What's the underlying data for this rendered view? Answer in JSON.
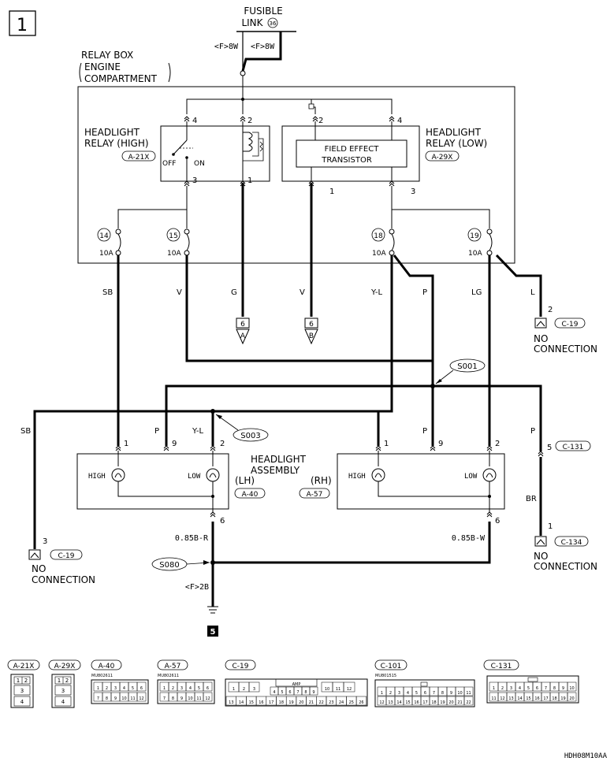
{
  "page_number": "1",
  "fusible_link": {
    "line1": "FUSIBLE",
    "line2": "LINK",
    "number": "36"
  },
  "feed_wires": {
    "left": "<F>8W",
    "right": "<F>8W"
  },
  "relay_box": {
    "line1": "RELAY BOX",
    "line2": "ENGINE",
    "line3": "COMPARTMENT"
  },
  "relay_high": {
    "line1": "HEADLIGHT",
    "line2": "RELAY (HIGH)",
    "connector": "A-21X",
    "off": "OFF",
    "on": "ON",
    "pin4": "4",
    "pin2": "2",
    "pin3": "3",
    "pin1": "1"
  },
  "relay_low": {
    "line1": "HEADLIGHT",
    "line2": "RELAY (LOW)",
    "connector": "A-29X",
    "fet1": "FIELD EFFECT",
    "fet2": "TRANSISTOR",
    "pin2": "2",
    "pin4": "4",
    "pin1": "1",
    "pin3": "3"
  },
  "fuses": [
    {
      "number": "14",
      "rating": "10A"
    },
    {
      "number": "15",
      "rating": "10A"
    },
    {
      "number": "18",
      "rating": "10A"
    },
    {
      "number": "19",
      "rating": "10A"
    }
  ],
  "wire_colors": {
    "sb": "SB",
    "v1": "V",
    "g": "G",
    "v2": "V",
    "yl": "Y-L",
    "p": "P",
    "lg": "LG",
    "l": "L",
    "sb2": "SB",
    "p_lh": "P",
    "yl_lh": "Y-L",
    "p_rh": "P",
    "p_right": "P",
    "br": "BR",
    "lh_gnd": "0.85B-R",
    "rh_gnd": "0.85B-W",
    "gnd_feed": "<F>2B"
  },
  "refs": {
    "a_page": "6",
    "a_letter": "A",
    "b_page": "6",
    "b_letter": "B",
    "ground_page": "5"
  },
  "splices": {
    "s001": "S001",
    "s003": "S003",
    "s080": "S080"
  },
  "no_connection": {
    "line1": "NO",
    "line2": "CONNECTION"
  },
  "nc_right_top": {
    "pin": "2",
    "connector": "C-19"
  },
  "nc_left": {
    "pin": "3",
    "connector": "C-19"
  },
  "nc_right_bottom": {
    "pin": "1",
    "connector": "C-134"
  },
  "c131": {
    "pin": "5",
    "connector": "C-131"
  },
  "headlight": {
    "line1": "HEADLIGHT",
    "line2": "ASSEMBLY",
    "high": "HIGH",
    "low": "LOW",
    "lh_label": "(LH)",
    "lh_connector": "A-40",
    "rh_label": "(RH)",
    "rh_connector": "A-57",
    "lh_pins": {
      "high": "1",
      "p": "9",
      "low": "2",
      "gnd": "6"
    },
    "rh_pins": {
      "high": "1",
      "p": "9",
      "low": "2",
      "gnd": "6"
    }
  },
  "connector_views": [
    {
      "id": "A-21X",
      "pins": [
        "1",
        "2",
        "3",
        "4"
      ]
    },
    {
      "id": "A-29X",
      "pins": [
        "1",
        "2",
        "3",
        "4"
      ]
    },
    {
      "id": "A-40",
      "part": "MU802611",
      "row1": [
        "1",
        "2",
        "3",
        "4",
        "5",
        "6"
      ],
      "row2": [
        "7",
        "8",
        "9",
        "10",
        "11",
        "12"
      ]
    },
    {
      "id": "A-57",
      "part": "MU802611",
      "row1": [
        "1",
        "2",
        "3",
        "4",
        "5",
        "6"
      ],
      "row2": [
        "7",
        "8",
        "9",
        "10",
        "11",
        "12"
      ]
    },
    {
      "id": "C-19",
      "amp": "AMP",
      "row1": [
        "1",
        "2",
        "3",
        "4",
        "5",
        "6",
        "7",
        "8",
        "9",
        "10",
        "11",
        "12"
      ],
      "row2": [
        "13",
        "14",
        "15",
        "16",
        "17",
        "18",
        "19",
        "20",
        "21",
        "22",
        "23",
        "24",
        "25",
        "26"
      ]
    },
    {
      "id": "C-101",
      "part": "MU801515",
      "row1": [
        "1",
        "2",
        "3",
        "4",
        "5",
        "6",
        "7",
        "8",
        "9",
        "10",
        "11"
      ],
      "row2": [
        "12",
        "13",
        "14",
        "15",
        "16",
        "17",
        "18",
        "19",
        "20",
        "21",
        "22"
      ]
    },
    {
      "id": "C-131",
      "row1": [
        "1",
        "2",
        "3",
        "4",
        "5",
        "6",
        "7",
        "8",
        "9",
        "10"
      ],
      "row2": [
        "11",
        "12",
        "13",
        "14",
        "15",
        "16",
        "17",
        "18",
        "19",
        "20"
      ]
    }
  ],
  "diagram_code": "HDH08M10AA"
}
